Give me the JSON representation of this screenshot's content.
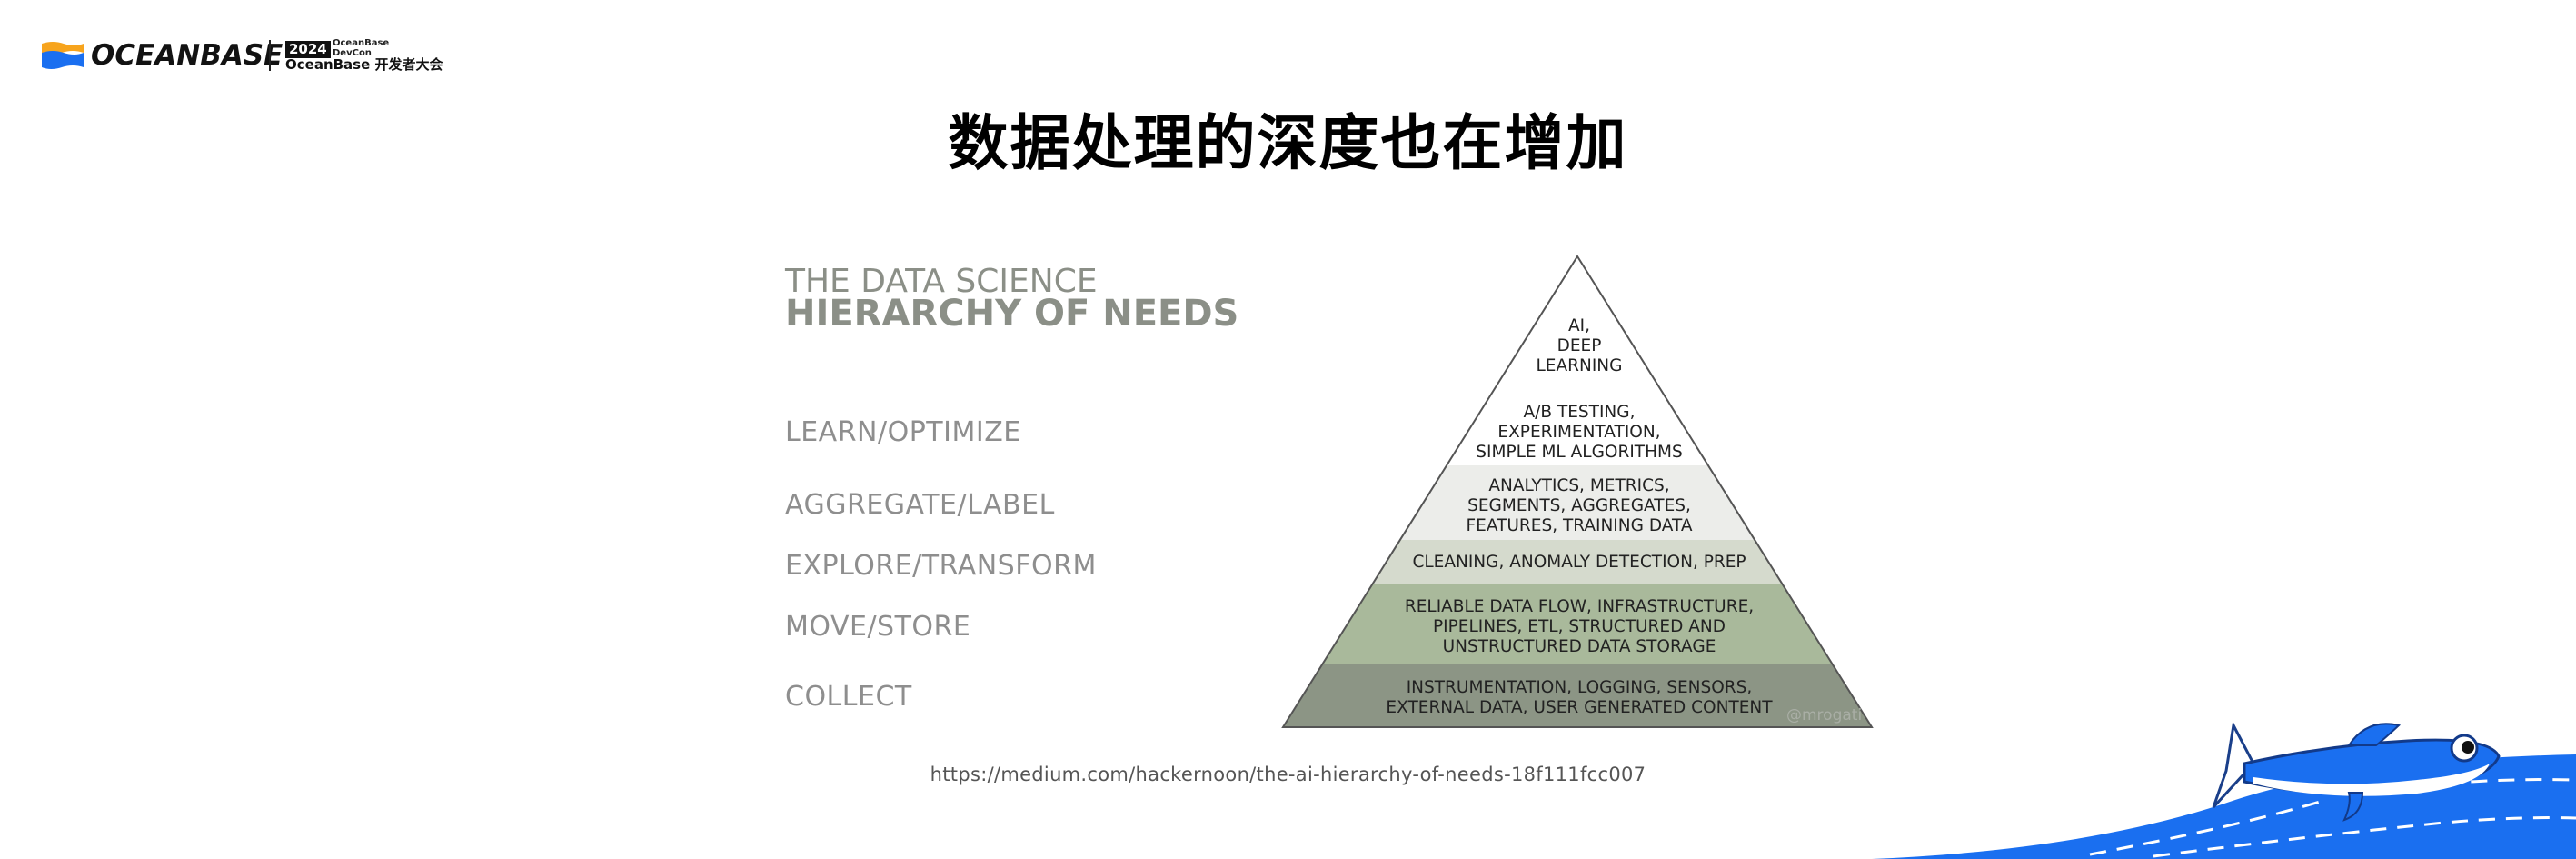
{
  "header": {
    "brand": "OCEANBASE",
    "year": "2024",
    "devcon_small": [
      "OceanBase",
      "DevCon"
    ],
    "devcon_title": "OceanBase 开发者大会",
    "colors": {
      "brand_blue": "#1a6ff0",
      "brand_dark": "#121212"
    }
  },
  "slide": {
    "title": "数据处理的深度也在增加",
    "source_url": "https://medium.com/hackernoon/the-ai-hierarchy-of-needs-18f111fcc007"
  },
  "diagram": {
    "heading_line1": "THE DATA SCIENCE",
    "heading_line2": "HIERARCHY OF NEEDS",
    "stages": [
      "LEARN/OPTIMIZE",
      "AGGREGATE/LABEL",
      "EXPLORE/TRANSFORM",
      "MOVE/STORE",
      "COLLECT"
    ],
    "levels": [
      {
        "lines": [
          "AI,",
          "DEEP",
          "LEARNING"
        ],
        "color": "#ffffff"
      },
      {
        "lines": [
          "A/B TESTING,",
          "EXPERIMENTATION,",
          "SIMPLE ML ALGORITHMS"
        ],
        "color": "#ffffff"
      },
      {
        "lines": [
          "ANALYTICS, METRICS,",
          "SEGMENTS, AGGREGATES,",
          "FEATURES, TRAINING DATA"
        ],
        "color": "#ecedea"
      },
      {
        "lines": [
          "CLEANING, ANOMALY DETECTION, PREP"
        ],
        "color": "#d5dacd"
      },
      {
        "lines": [
          "RELIABLE DATA FLOW, INFRASTRUCTURE,",
          "PIPELINES, ETL, STRUCTURED AND",
          "UNSTRUCTURED DATA STORAGE"
        ],
        "color": "#a9b99b"
      },
      {
        "lines": [
          "INSTRUMENTATION, LOGGING, SENSORS,",
          "EXTERNAL DATA, USER GENERATED CONTENT"
        ],
        "color": "#8c9585"
      }
    ],
    "watermark": "@mrogati",
    "colors": {
      "heading": "#8b8f87",
      "stage_text": "#8e8e8e",
      "outline": "#555555"
    }
  }
}
